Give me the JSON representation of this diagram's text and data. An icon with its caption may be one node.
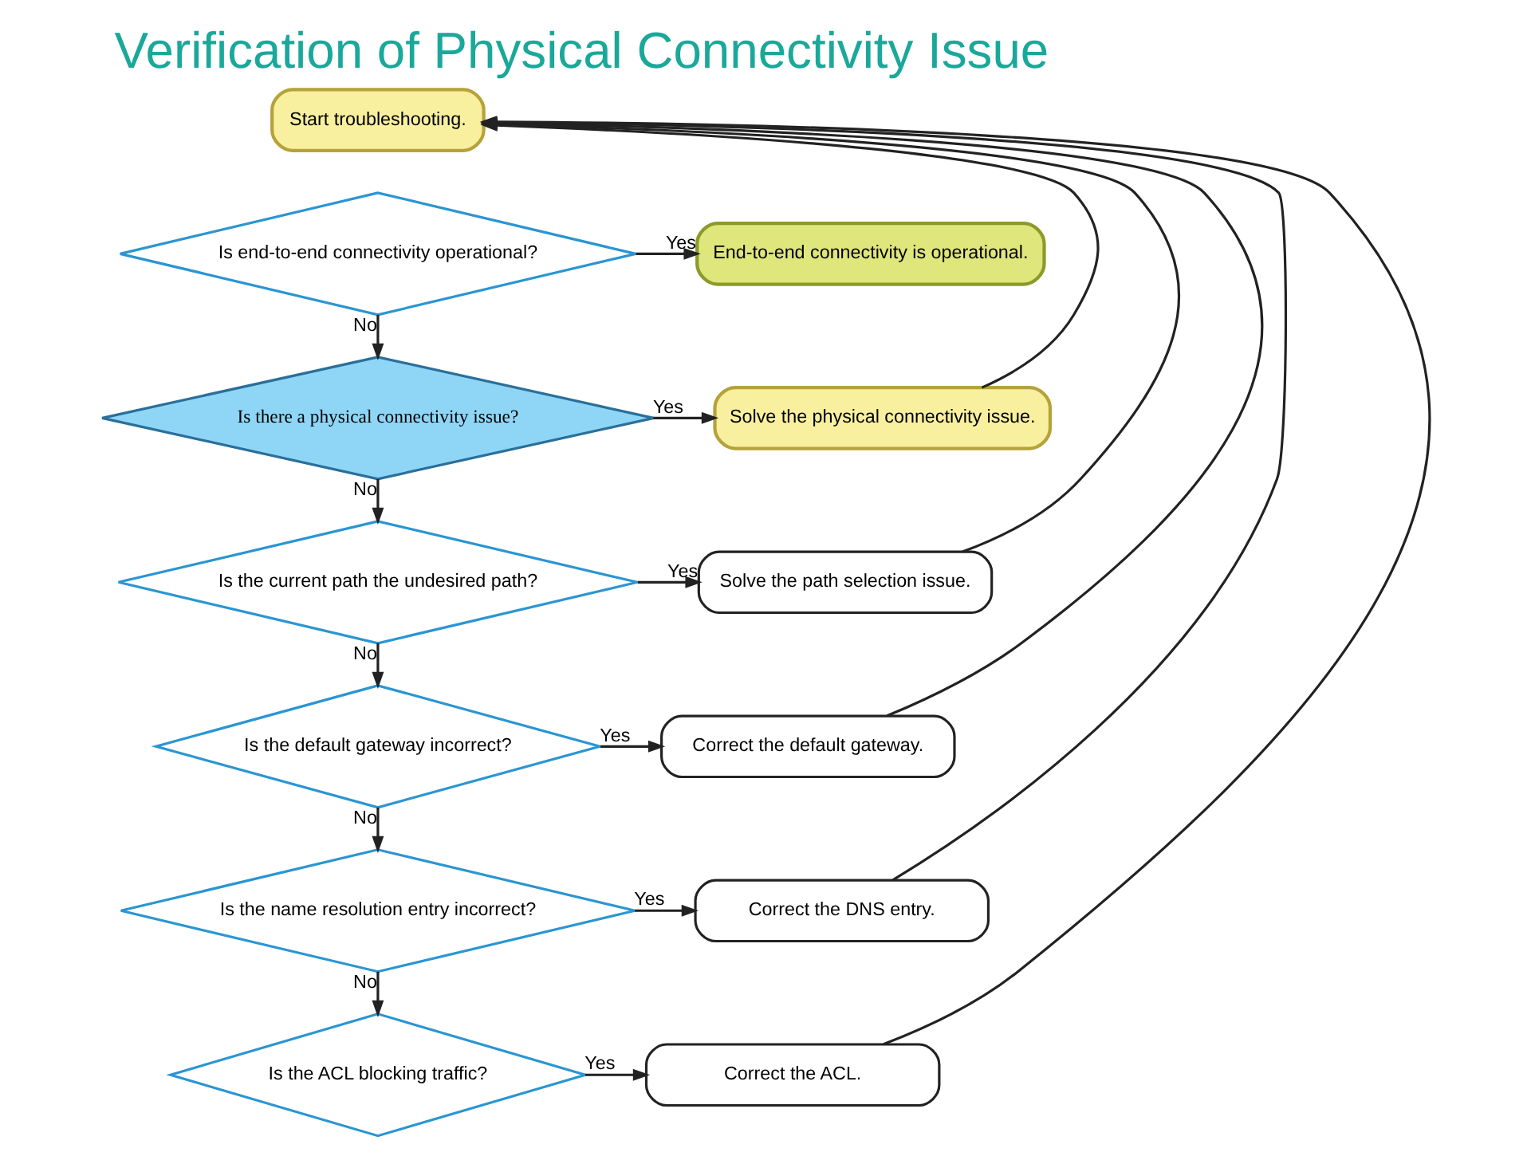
{
  "diagram": {
    "title": "Verification of Physical Connectivity Issue",
    "nodes": [
      {
        "text": [
          "Start troubleshooting."
        ]
      },
      {
        "text": [
          "Is end-to-end connectivity operational?"
        ]
      },
      {
        "text": [
          "End-to-end connectivity is operational."
        ]
      },
      {
        "text": [
          "Is there a physical connectivity issue?"
        ]
      },
      {
        "text": [
          "Solve the physical connectivity issue."
        ]
      },
      {
        "text": [
          "Is the current path the undesired path?"
        ]
      },
      {
        "text": [
          "Solve the path selection issue."
        ]
      },
      {
        "text": [
          "Is the default gateway incorrect?"
        ]
      },
      {
        "text": [
          "Correct the default gateway."
        ]
      },
      {
        "text": [
          "Is the name resolution entry incorrect?"
        ]
      },
      {
        "text": [
          "Correct the DNS entry."
        ]
      },
      {
        "text": [
          "Is the ACL blocking traffic?"
        ]
      },
      {
        "text": [
          "Correct the ACL."
        ]
      }
    ],
    "edges": [
      {
        "from": 1,
        "to": 2,
        "arrow": "to",
        "label": "Yes"
      },
      {
        "from": 1,
        "to": 3,
        "arrow": "to",
        "label": "No"
      },
      {
        "from": 3,
        "to": 4,
        "arrow": "to",
        "label": "Yes"
      },
      {
        "from": 3,
        "to": 5,
        "arrow": "to",
        "label": "No"
      },
      {
        "from": 5,
        "to": 6,
        "arrow": "to",
        "label": "Yes"
      },
      {
        "from": 5,
        "to": 7,
        "arrow": "to",
        "label": "No"
      },
      {
        "from": 7,
        "to": 8,
        "arrow": "to",
        "label": "Yes"
      },
      {
        "from": 7,
        "to": 9,
        "arrow": "to",
        "label": "No"
      },
      {
        "from": 9,
        "to": 10,
        "arrow": "to",
        "label": "Yes"
      },
      {
        "from": 9,
        "to": 11,
        "arrow": "to",
        "label": "No"
      },
      {
        "from": 11,
        "to": 12,
        "arrow": "to",
        "label": "Yes"
      },
      {
        "from": 4,
        "to": 0,
        "arrow": "to"
      },
      {
        "from": 6,
        "to": 0,
        "arrow": "to"
      },
      {
        "from": 8,
        "to": 0,
        "arrow": "to"
      },
      {
        "from": 10,
        "to": 0,
        "arrow": "to"
      },
      {
        "from": 12,
        "to": 0,
        "arrow": "to"
      }
    ]
  }
}
